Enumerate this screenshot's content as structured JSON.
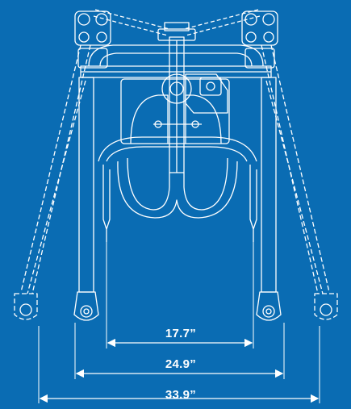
{
  "diagram": {
    "background": "#0a6cb3",
    "line_color": "#ffffff",
    "dimensions": [
      {
        "key": "narrow",
        "label": "17.7”"
      },
      {
        "key": "mid",
        "label": "24.9”"
      },
      {
        "key": "wide",
        "label": "33.9”"
      }
    ]
  }
}
